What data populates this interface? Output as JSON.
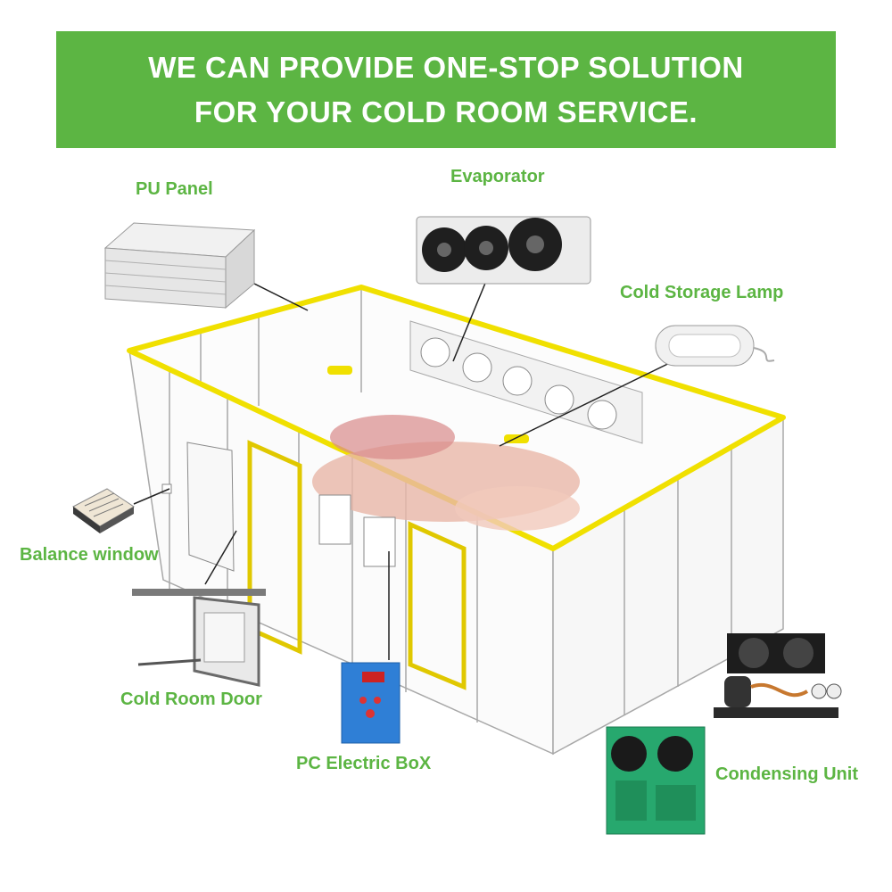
{
  "banner": {
    "line1": "WE CAN PROVIDE ONE-STOP SOLUTION",
    "line2": "FOR YOUR COLD ROOM SERVICE."
  },
  "labels": {
    "pu_panel": "PU Panel",
    "evaporator": "Evaporator",
    "lamp": "Cold Storage Lamp",
    "balance_window": "Balance window",
    "door": "Cold Room Door",
    "electric_box": "PC Electric BoX",
    "condensing_unit": "Condensing Unit"
  },
  "colors": {
    "banner": "#5cb543",
    "label": "#5cb543",
    "frame": "#f0e000",
    "outline": "#9a9a9a",
    "electric_box": "#2f7fd6",
    "condenser_green": "#27a86e"
  }
}
